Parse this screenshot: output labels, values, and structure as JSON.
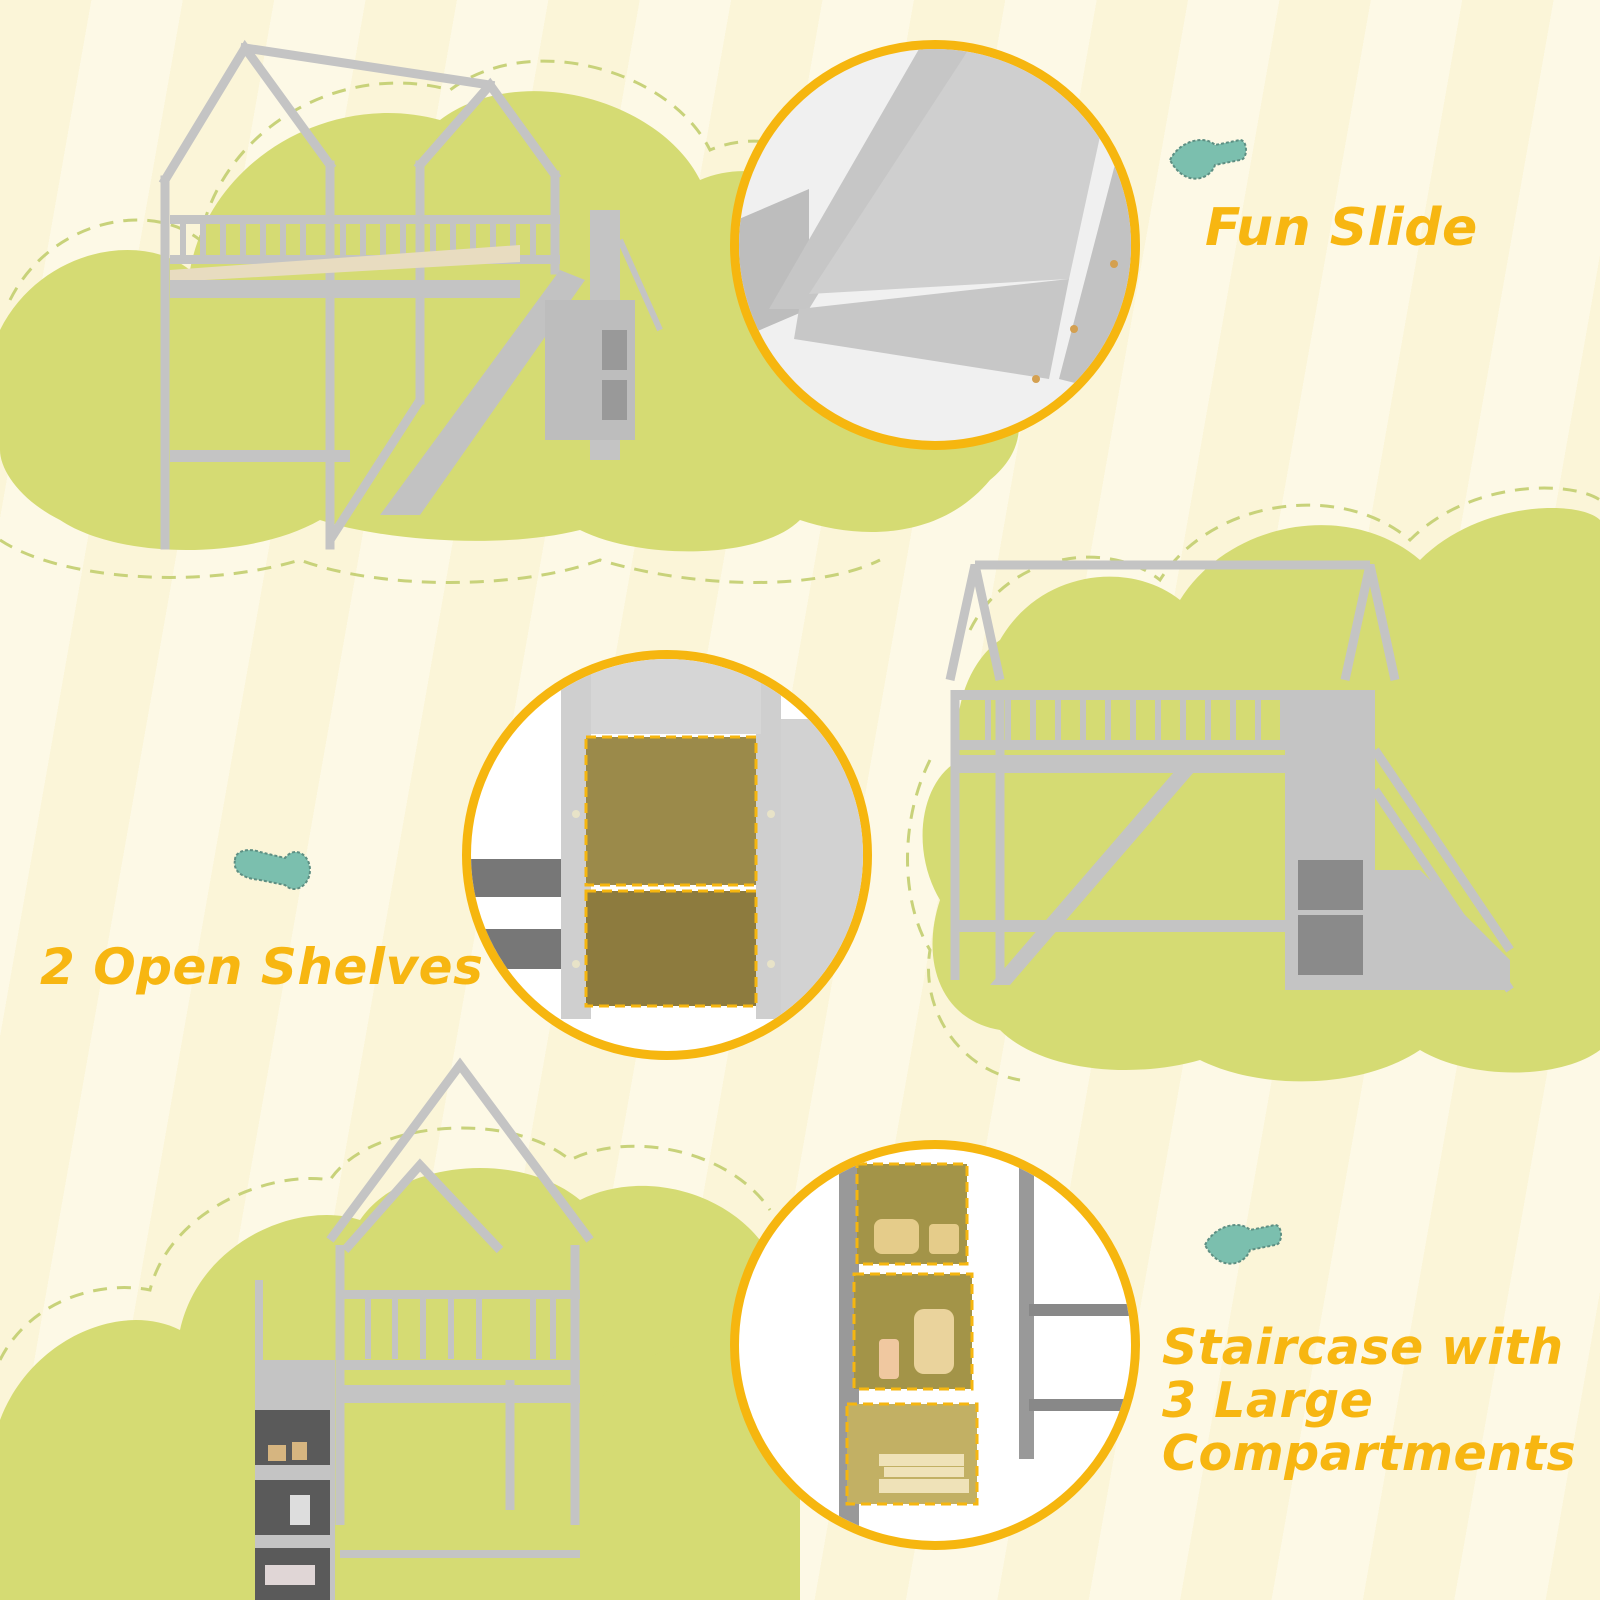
{
  "colors": {
    "background": "#fbf6dc",
    "cloud_green": "#d5db73",
    "cloud_dash": "#c8d27a",
    "accent_yellow": "#f6b60f",
    "label_yellow": "#f7b611",
    "arrow_teal": "#7bbfae",
    "bed_gray": "#c4c4c4",
    "highlight_mustard": "#a08e4a"
  },
  "features": [
    {
      "id": "slide",
      "label": "Fun Slide",
      "arrow_icon": "arrow-pointing-left-icon"
    },
    {
      "id": "shelves",
      "label": "2 Open Shelves",
      "arrow_icon": "arrow-pointing-right-icon"
    },
    {
      "id": "staircase",
      "label_lines": [
        "Staircase with",
        "3 Large",
        "Compartments"
      ],
      "arrow_icon": "arrow-pointing-left-icon"
    }
  ],
  "images": [
    {
      "id": "bed-angle-view",
      "description": "gray house loft bed with slide and staircase, angled view"
    },
    {
      "id": "slide-closeup",
      "description": "close-up of slide bottom end"
    },
    {
      "id": "bed-front-view",
      "description": "front view of house loft bed with slide and staircase"
    },
    {
      "id": "shelves-closeup",
      "description": "close-up of 2 open shelves highlighted"
    },
    {
      "id": "bed-side-view",
      "description": "side view of bed with staircase compartments holding toys and books"
    },
    {
      "id": "staircase-closeup",
      "description": "close-up of 3 staircase compartments with toys and books highlighted"
    }
  ]
}
